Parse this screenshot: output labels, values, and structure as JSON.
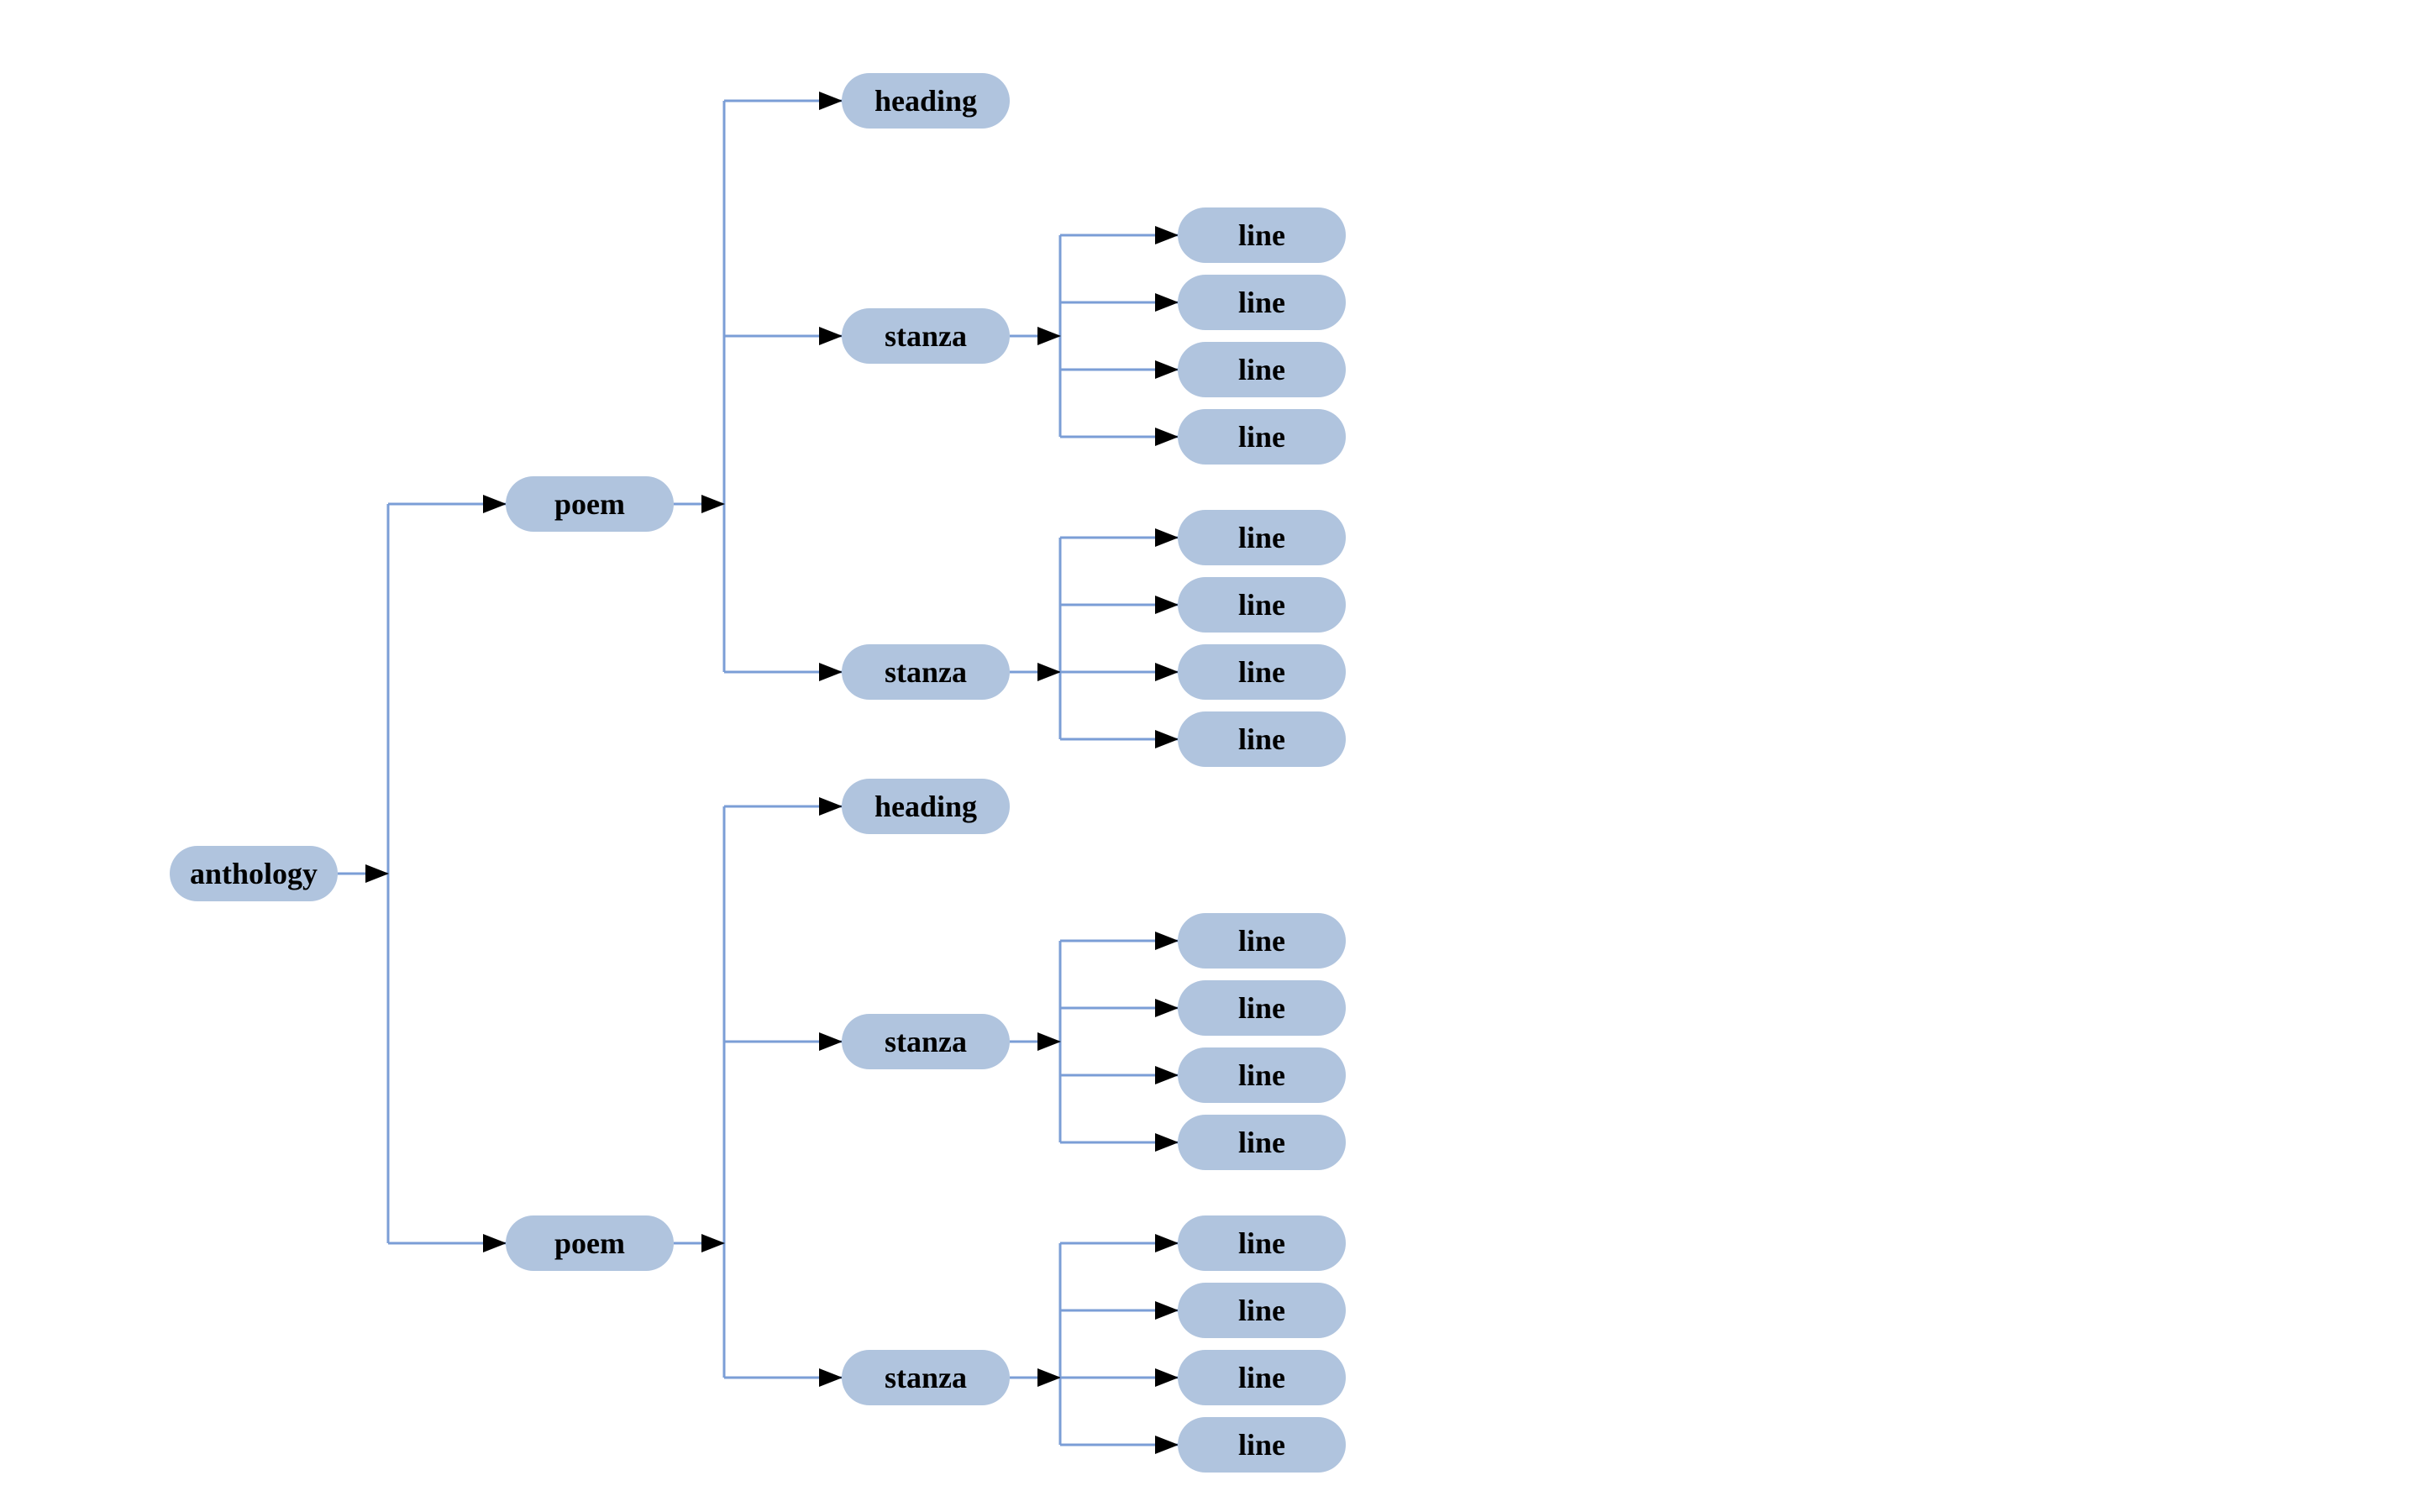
{
  "diagram": {
    "type": "tree",
    "direction": "left-to-right",
    "colors": {
      "background": "#ffffff",
      "node_fill": "#b0c4de",
      "node_text": "#000000",
      "edge": "#7b9ed6",
      "arrowhead": "#000000"
    },
    "nodes": [
      {
        "id": "anthology",
        "label": "anthology",
        "parent": null
      },
      {
        "id": "poem-1",
        "label": "poem",
        "parent": "anthology"
      },
      {
        "id": "heading-1",
        "label": "heading",
        "parent": "poem-1"
      },
      {
        "id": "stanza-1",
        "label": "stanza",
        "parent": "poem-1"
      },
      {
        "id": "line-1",
        "label": "line",
        "parent": "stanza-1"
      },
      {
        "id": "line-2",
        "label": "line",
        "parent": "stanza-1"
      },
      {
        "id": "line-3",
        "label": "line",
        "parent": "stanza-1"
      },
      {
        "id": "line-4",
        "label": "line",
        "parent": "stanza-1"
      },
      {
        "id": "stanza-2",
        "label": "stanza",
        "parent": "poem-1"
      },
      {
        "id": "line-5",
        "label": "line",
        "parent": "stanza-2"
      },
      {
        "id": "line-6",
        "label": "line",
        "parent": "stanza-2"
      },
      {
        "id": "line-7",
        "label": "line",
        "parent": "stanza-2"
      },
      {
        "id": "line-8",
        "label": "line",
        "parent": "stanza-2"
      },
      {
        "id": "poem-2",
        "label": "poem",
        "parent": "anthology"
      },
      {
        "id": "heading-2",
        "label": "heading",
        "parent": "poem-2"
      },
      {
        "id": "stanza-3",
        "label": "stanza",
        "parent": "poem-2"
      },
      {
        "id": "line-9",
        "label": "line",
        "parent": "stanza-3"
      },
      {
        "id": "line-10",
        "label": "line",
        "parent": "stanza-3"
      },
      {
        "id": "line-11",
        "label": "line",
        "parent": "stanza-3"
      },
      {
        "id": "line-12",
        "label": "line",
        "parent": "stanza-3"
      },
      {
        "id": "stanza-4",
        "label": "stanza",
        "parent": "poem-2"
      },
      {
        "id": "line-13",
        "label": "line",
        "parent": "stanza-4"
      },
      {
        "id": "line-14",
        "label": "line",
        "parent": "stanza-4"
      },
      {
        "id": "line-15",
        "label": "line",
        "parent": "stanza-4"
      },
      {
        "id": "line-16",
        "label": "line",
        "parent": "stanza-4"
      }
    ]
  }
}
